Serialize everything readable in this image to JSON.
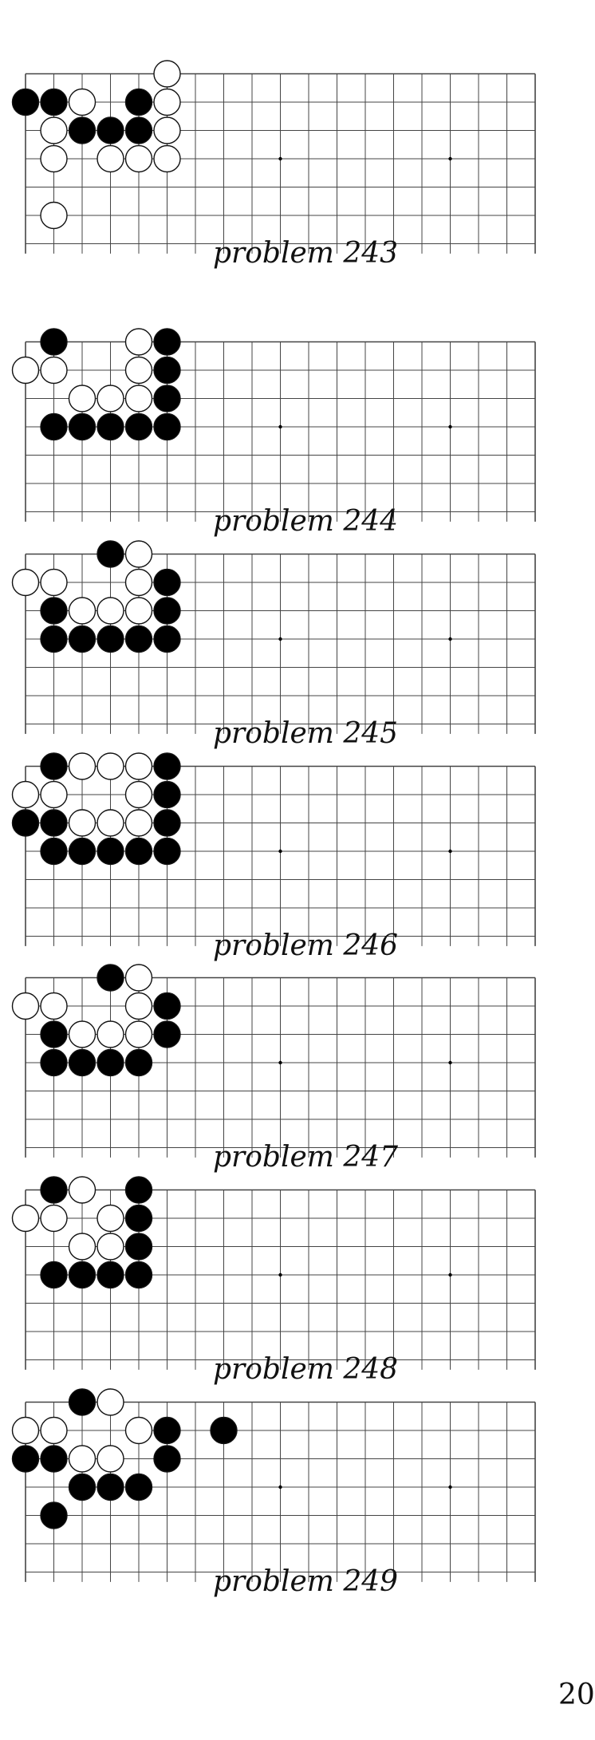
{
  "page_number": "20",
  "colors": {
    "grid": "#444444",
    "black_stone": "#000000",
    "white_stone": "#ffffff",
    "stone_outline": "#111111"
  },
  "board_spec": {
    "columns": 19,
    "visible_rows": 7,
    "star_points": [
      [
        9,
        3
      ],
      [
        15,
        3
      ]
    ]
  },
  "problems": [
    {
      "caption": "problem 243",
      "black": [
        [
          0,
          1
        ],
        [
          1,
          1
        ],
        [
          4,
          1
        ],
        [
          2,
          2
        ],
        [
          3,
          2
        ],
        [
          4,
          2
        ]
      ],
      "white": [
        [
          5,
          0
        ],
        [
          2,
          1
        ],
        [
          5,
          1
        ],
        [
          1,
          2
        ],
        [
          5,
          2
        ],
        [
          1,
          3
        ],
        [
          3,
          3
        ],
        [
          4,
          3
        ],
        [
          5,
          3
        ],
        [
          1,
          5
        ]
      ]
    },
    {
      "caption": "problem 244",
      "black": [
        [
          1,
          0
        ],
        [
          5,
          0
        ],
        [
          5,
          1
        ],
        [
          5,
          2
        ],
        [
          1,
          3
        ],
        [
          2,
          3
        ],
        [
          3,
          3
        ],
        [
          4,
          3
        ],
        [
          5,
          3
        ]
      ],
      "white": [
        [
          4,
          0
        ],
        [
          0,
          1
        ],
        [
          1,
          1
        ],
        [
          4,
          1
        ],
        [
          2,
          2
        ],
        [
          3,
          2
        ],
        [
          4,
          2
        ]
      ]
    },
    {
      "caption": "problem 245",
      "black": [
        [
          3,
          0
        ],
        [
          5,
          1
        ],
        [
          1,
          2
        ],
        [
          5,
          2
        ],
        [
          1,
          3
        ],
        [
          2,
          3
        ],
        [
          3,
          3
        ],
        [
          4,
          3
        ],
        [
          5,
          3
        ]
      ],
      "white": [
        [
          4,
          0
        ],
        [
          0,
          1
        ],
        [
          1,
          1
        ],
        [
          4,
          1
        ],
        [
          2,
          2
        ],
        [
          3,
          2
        ],
        [
          4,
          2
        ]
      ]
    },
    {
      "caption": "problem 246",
      "black": [
        [
          1,
          0
        ],
        [
          5,
          0
        ],
        [
          5,
          1
        ],
        [
          0,
          2
        ],
        [
          1,
          2
        ],
        [
          5,
          2
        ],
        [
          1,
          3
        ],
        [
          2,
          3
        ],
        [
          3,
          3
        ],
        [
          4,
          3
        ],
        [
          5,
          3
        ]
      ],
      "white": [
        [
          2,
          0
        ],
        [
          3,
          0
        ],
        [
          4,
          0
        ],
        [
          0,
          1
        ],
        [
          1,
          1
        ],
        [
          4,
          1
        ],
        [
          2,
          2
        ],
        [
          3,
          2
        ],
        [
          4,
          2
        ]
      ]
    },
    {
      "caption": "problem 247",
      "black": [
        [
          3,
          0
        ],
        [
          5,
          1
        ],
        [
          1,
          2
        ],
        [
          5,
          2
        ],
        [
          1,
          3
        ],
        [
          2,
          3
        ],
        [
          3,
          3
        ],
        [
          4,
          3
        ]
      ],
      "white": [
        [
          4,
          0
        ],
        [
          0,
          1
        ],
        [
          1,
          1
        ],
        [
          4,
          1
        ],
        [
          2,
          2
        ],
        [
          3,
          2
        ],
        [
          4,
          2
        ]
      ]
    },
    {
      "caption": "problem 248",
      "black": [
        [
          1,
          0
        ],
        [
          4,
          0
        ],
        [
          4,
          1
        ],
        [
          4,
          2
        ],
        [
          1,
          3
        ],
        [
          2,
          3
        ],
        [
          3,
          3
        ],
        [
          4,
          3
        ]
      ],
      "white": [
        [
          2,
          0
        ],
        [
          0,
          1
        ],
        [
          1,
          1
        ],
        [
          3,
          1
        ],
        [
          2,
          2
        ],
        [
          3,
          2
        ]
      ]
    },
    {
      "caption": "problem 249",
      "black": [
        [
          2,
          0
        ],
        [
          5,
          1
        ],
        [
          7,
          1
        ],
        [
          0,
          2
        ],
        [
          1,
          2
        ],
        [
          5,
          2
        ],
        [
          2,
          3
        ],
        [
          3,
          3
        ],
        [
          4,
          3
        ],
        [
          1,
          4
        ]
      ],
      "white": [
        [
          3,
          0
        ],
        [
          0,
          1
        ],
        [
          1,
          1
        ],
        [
          4,
          1
        ],
        [
          2,
          2
        ],
        [
          3,
          2
        ]
      ]
    }
  ]
}
